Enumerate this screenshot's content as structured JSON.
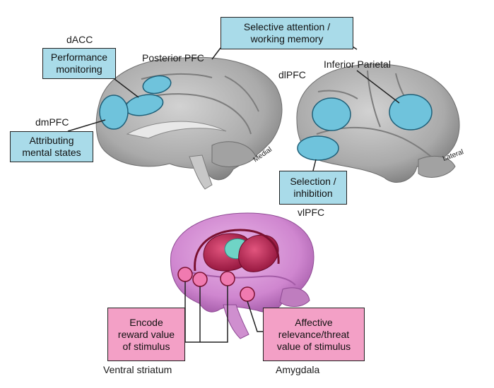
{
  "medial_brain": {
    "labels": {
      "dacc": "dACC",
      "posterior_pfc": "Posterior PFC",
      "dmpfc": "dmPFC",
      "view": "Medial"
    },
    "boxes": {
      "performance_monitoring": [
        "Performance",
        "monitoring"
      ],
      "attributing_mental_states": [
        "Attributing",
        "mental states"
      ]
    }
  },
  "lateral_brain": {
    "labels": {
      "dlpfc": "dlPFC",
      "inferior_parietal": "Inferior Parietal",
      "vlpfc": "vlPFC",
      "view": "Lateral"
    },
    "boxes": {
      "selective_attention": [
        "Selective attention /",
        "working memory"
      ],
      "selection_inhibition": [
        "Selection /",
        "inhibition"
      ]
    }
  },
  "subcortical": {
    "labels": {
      "ventral_striatum": "Ventral striatum",
      "amygdala": "Amygdala"
    },
    "boxes": {
      "encode_reward": [
        "Encode",
        "reward value",
        "of stimulus"
      ],
      "affective_relevance": [
        "Affective",
        "relevance/threat",
        "value of stimulus"
      ]
    }
  },
  "colors": {
    "region_blue": "#6fc3dc",
    "box_blue": "#a9dbe9",
    "box_pink": "#f3a0c6",
    "brain_gray": "#b9b9b9",
    "brain_pink": "#d890d6",
    "striatum_red": "#b2194b",
    "node_pink": "#f07ab0"
  }
}
